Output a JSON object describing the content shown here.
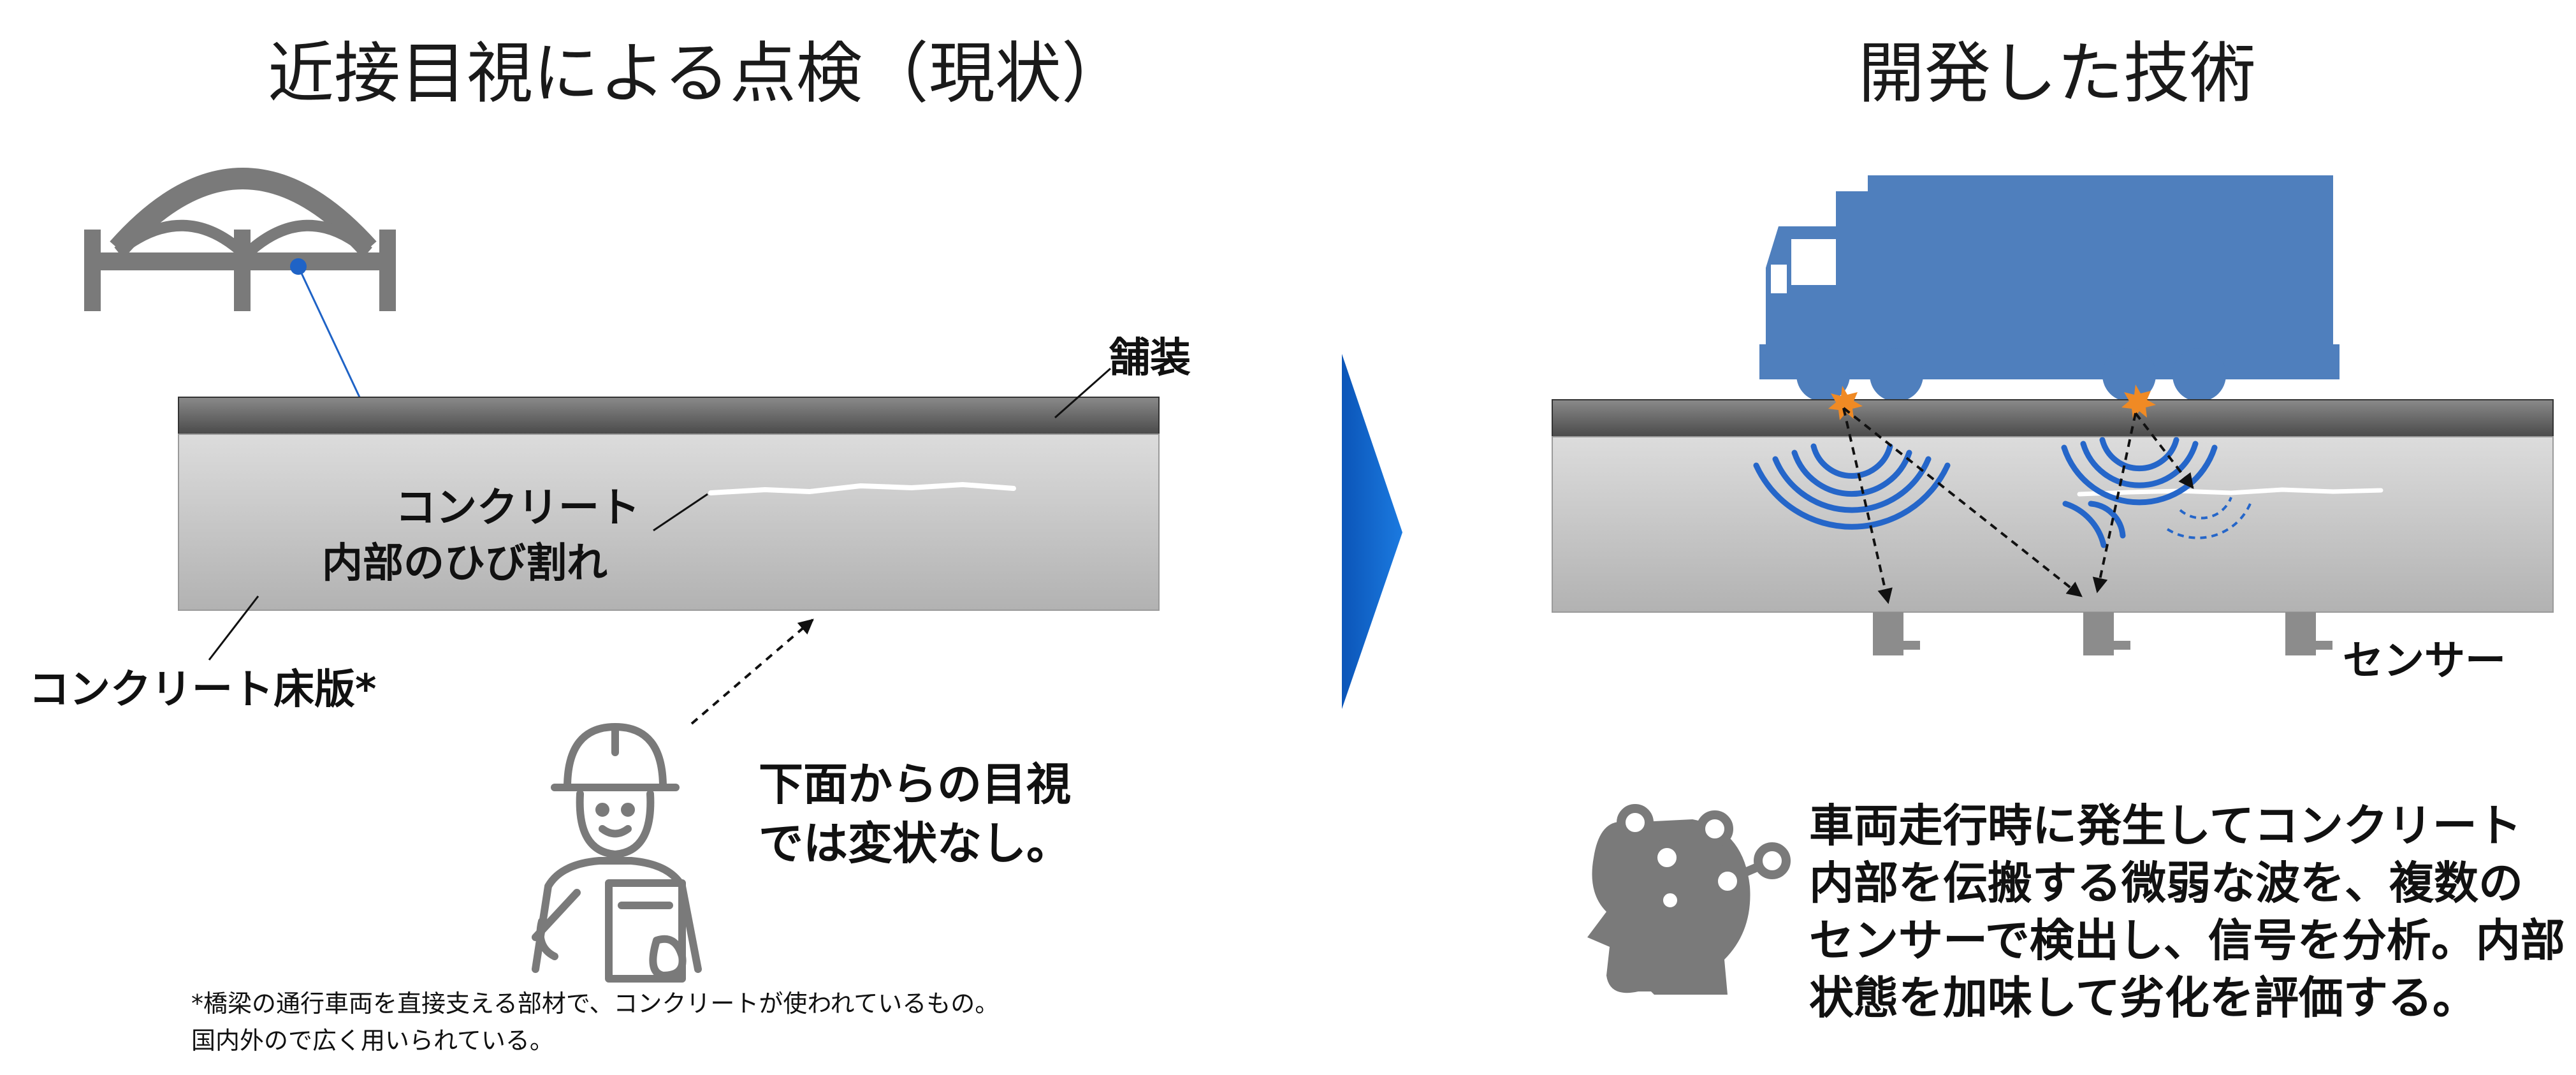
{
  "left": {
    "title": "近接目視による点検（現状）",
    "pavement_label": "舗装",
    "crack_label_line1": "コンクリート",
    "crack_label_line2": "内部のひび割れ",
    "slab_label": "コンクリート床版*",
    "observation_line1": "下面からの目視",
    "observation_line2": "では変状なし。",
    "footnote_line1": "*橋梁の通行車両を直接支える部材で、コンクリートが使われているもの。",
    "footnote_line2": "国内外ので広く用いられている。"
  },
  "right": {
    "title": "開発した技術",
    "sensor_label": "センサー",
    "description_lines": [
      "車両走行時に発生してコンクリート",
      "内部を伝搬する微弱な波を、複数の",
      "センサーで検出し、信号を分析。内部",
      "状態を加味して劣化を評価する。"
    ]
  },
  "icons": {
    "bridge": "arch-bridge-icon",
    "inspector": "inspector-with-clipboard-icon",
    "arrow": "right-triangle-arrow-icon",
    "truck": "truck-icon",
    "ai": "ai-head-network-icon"
  },
  "colors": {
    "slab_top": "#dcdcdc",
    "slab_bottom": "#b4b4b4",
    "pavement": "#606060",
    "truck": "#4f7fbd",
    "wave": "#2566c9",
    "arrow": "#0a63c9",
    "icon_gray": "#7a7a7a"
  }
}
